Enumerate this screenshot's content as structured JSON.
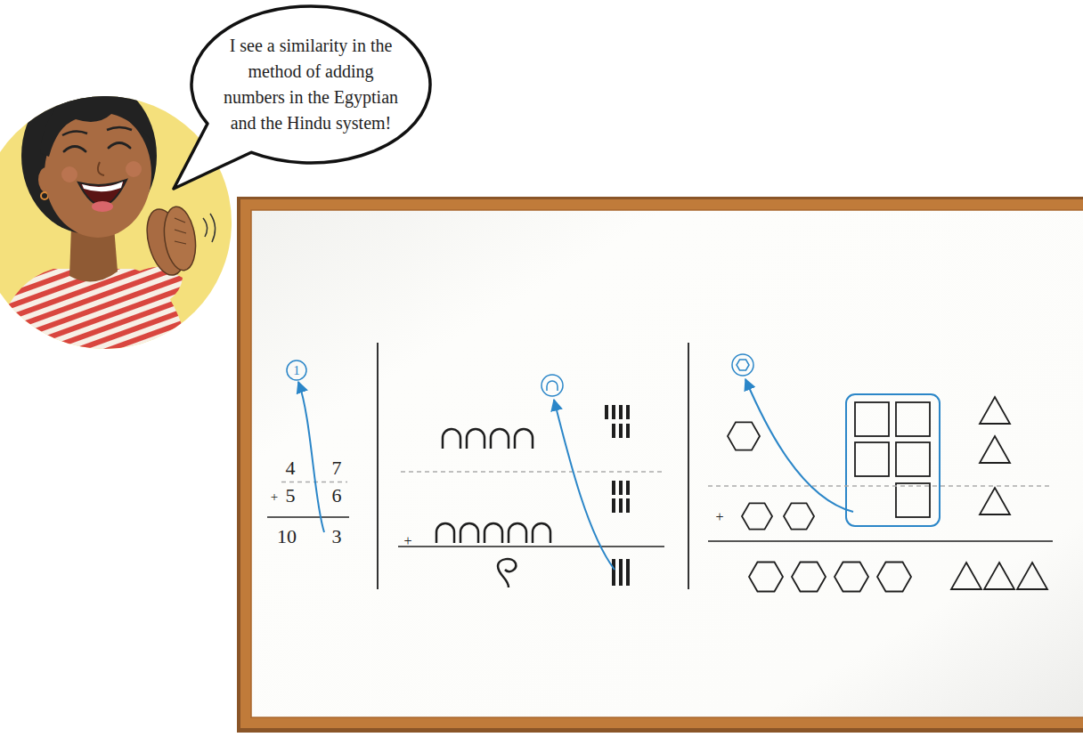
{
  "diagram": {
    "nodes": [
      {
        "text": [
          "I see a similarity in the method of adding numbers in the Egyptian and the Hindu system!"
        ]
      }
    ],
    "labels": [
      "1",
      "4",
      "7",
      "+",
      "5",
      "6",
      "10",
      "3",
      "+",
      "+"
    ]
  }
}
